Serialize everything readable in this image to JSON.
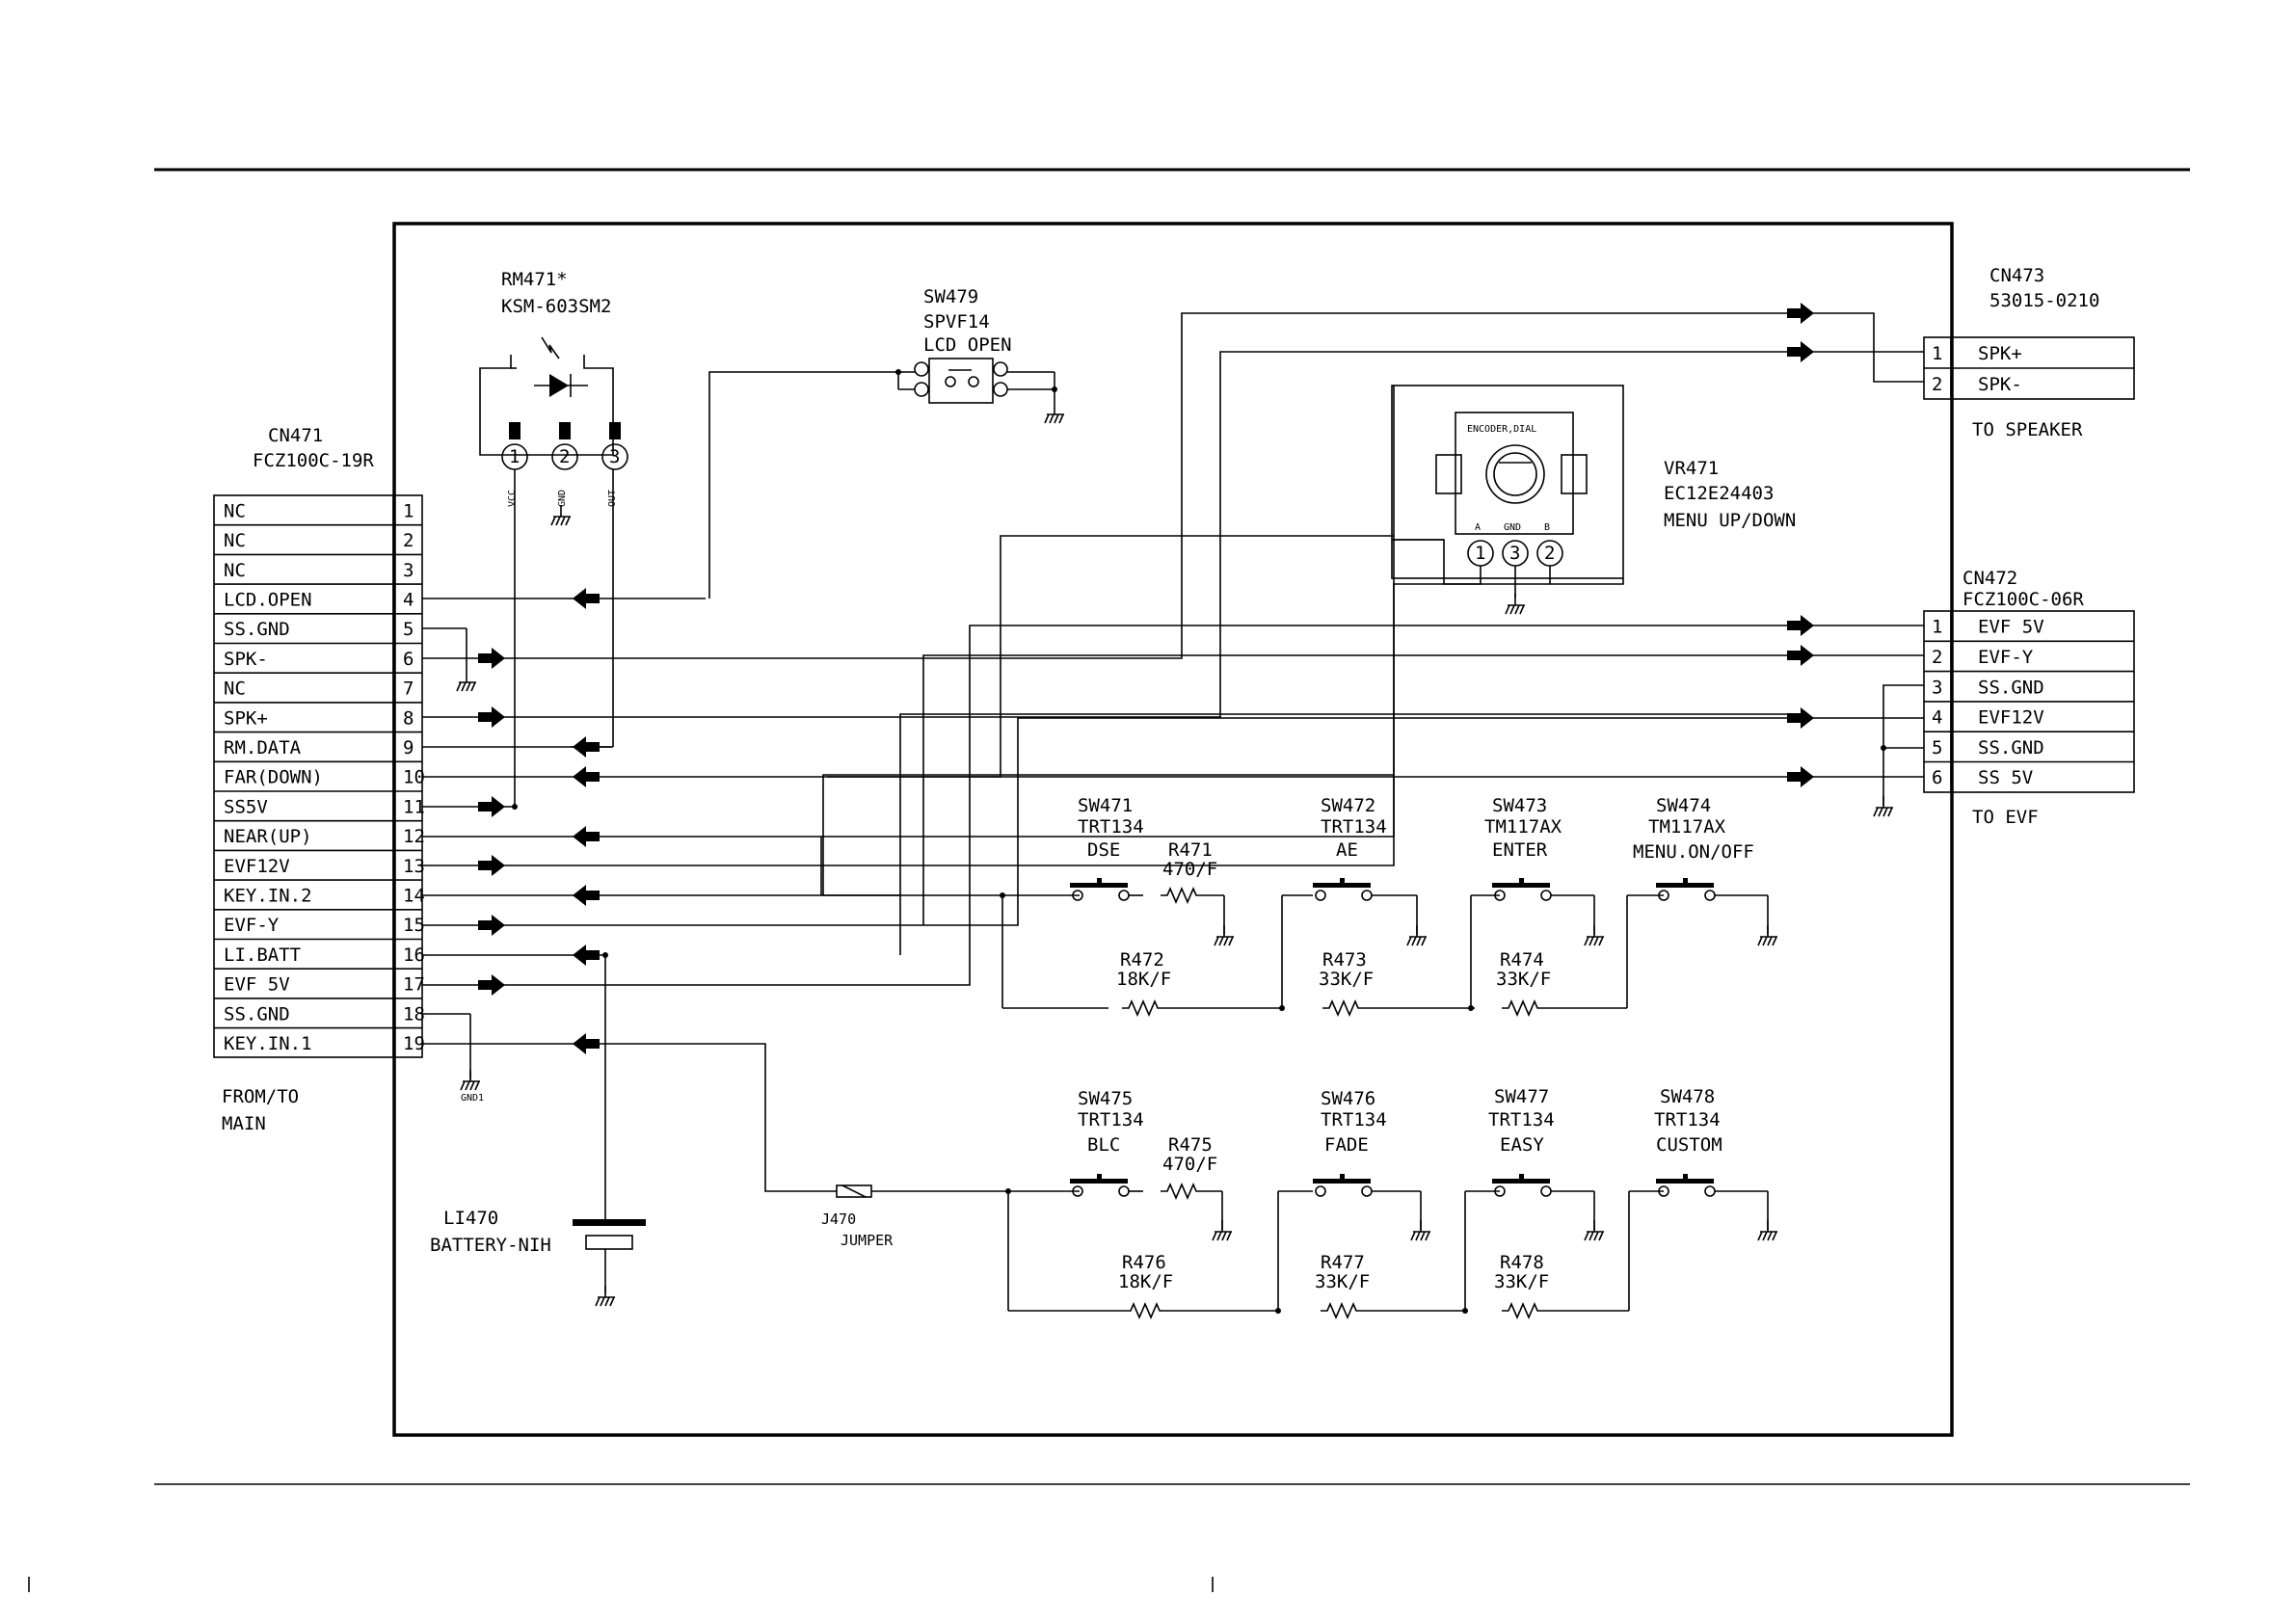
{
  "cn471": {
    "ref": "CN471",
    "part": "FCZ100C-19R",
    "pins": [
      "NC",
      "NC",
      "NC",
      "LCD.OPEN",
      "SS.GND",
      "SPK-",
      "NC",
      "SPK+",
      "RM.DATA",
      "FAR(DOWN)",
      "SS5V",
      "NEAR(UP)",
      "EVF12V",
      "KEY.IN.2",
      "EVF-Y",
      "LI.BATT",
      "EVF 5V",
      "SS.GND",
      "KEY.IN.1"
    ],
    "caption1": "FROM/TO",
    "caption2": "MAIN",
    "gnd_label": "GND1"
  },
  "rm471": {
    "ref": "RM471*",
    "part": "KSM-603SM2",
    "pin_labels": [
      "VCC",
      "GND",
      "OUT"
    ]
  },
  "sw479": {
    "ref": "SW479",
    "part": "SPVF14",
    "function": "LCD OPEN"
  },
  "vr471": {
    "ref": "VR471",
    "part": "EC12E24403",
    "function": "MENU UP/DOWN",
    "body_label": "ENCODER,DIAL",
    "pin_labels": [
      "A",
      "GND",
      "B"
    ]
  },
  "cn473": {
    "ref": "CN473",
    "part": "53015-0210",
    "pins": [
      "SPK+",
      "SPK-"
    ],
    "caption": "TO SPEAKER"
  },
  "cn472": {
    "ref": "CN472",
    "part": "FCZ100C-06R",
    "pins": [
      "EVF 5V",
      "EVF-Y",
      "SS.GND",
      "EVF12V",
      "SS.GND",
      "SS 5V"
    ],
    "caption": "TO EVF"
  },
  "switches_row1": [
    {
      "ref": "SW471",
      "part": "TRT134",
      "function": "DSE"
    },
    {
      "ref": "SW472",
      "part": "TRT134",
      "function": "AE"
    },
    {
      "ref": "SW473",
      "part": "TM117AX",
      "function": "ENTER"
    },
    {
      "ref": "SW474",
      "part": "TM117AX",
      "function": "MENU.ON/OFF"
    }
  ],
  "switches_row2": [
    {
      "ref": "SW475",
      "part": "TRT134",
      "function": "BLC"
    },
    {
      "ref": "SW476",
      "part": "TRT134",
      "function": "FADE"
    },
    {
      "ref": "SW477",
      "part": "TRT134",
      "function": "EASY"
    },
    {
      "ref": "SW478",
      "part": "TRT134",
      "function": "CUSTOM"
    }
  ],
  "resistors": {
    "r471": {
      "ref": "R471",
      "value": "470/F"
    },
    "r472": {
      "ref": "R472",
      "value": "18K/F"
    },
    "r473": {
      "ref": "R473",
      "value": "33K/F"
    },
    "r474": {
      "ref": "R474",
      "value": "33K/F"
    },
    "r475": {
      "ref": "R475",
      "value": "470/F"
    },
    "r476": {
      "ref": "R476",
      "value": "18K/F"
    },
    "r477": {
      "ref": "R477",
      "value": "33K/F"
    },
    "r478": {
      "ref": "R478",
      "value": "33K/F"
    }
  },
  "li470": {
    "ref": "LI470",
    "part": "BATTERY-NIH"
  },
  "j470": {
    "ref": "J470",
    "part": "JUMPER"
  }
}
